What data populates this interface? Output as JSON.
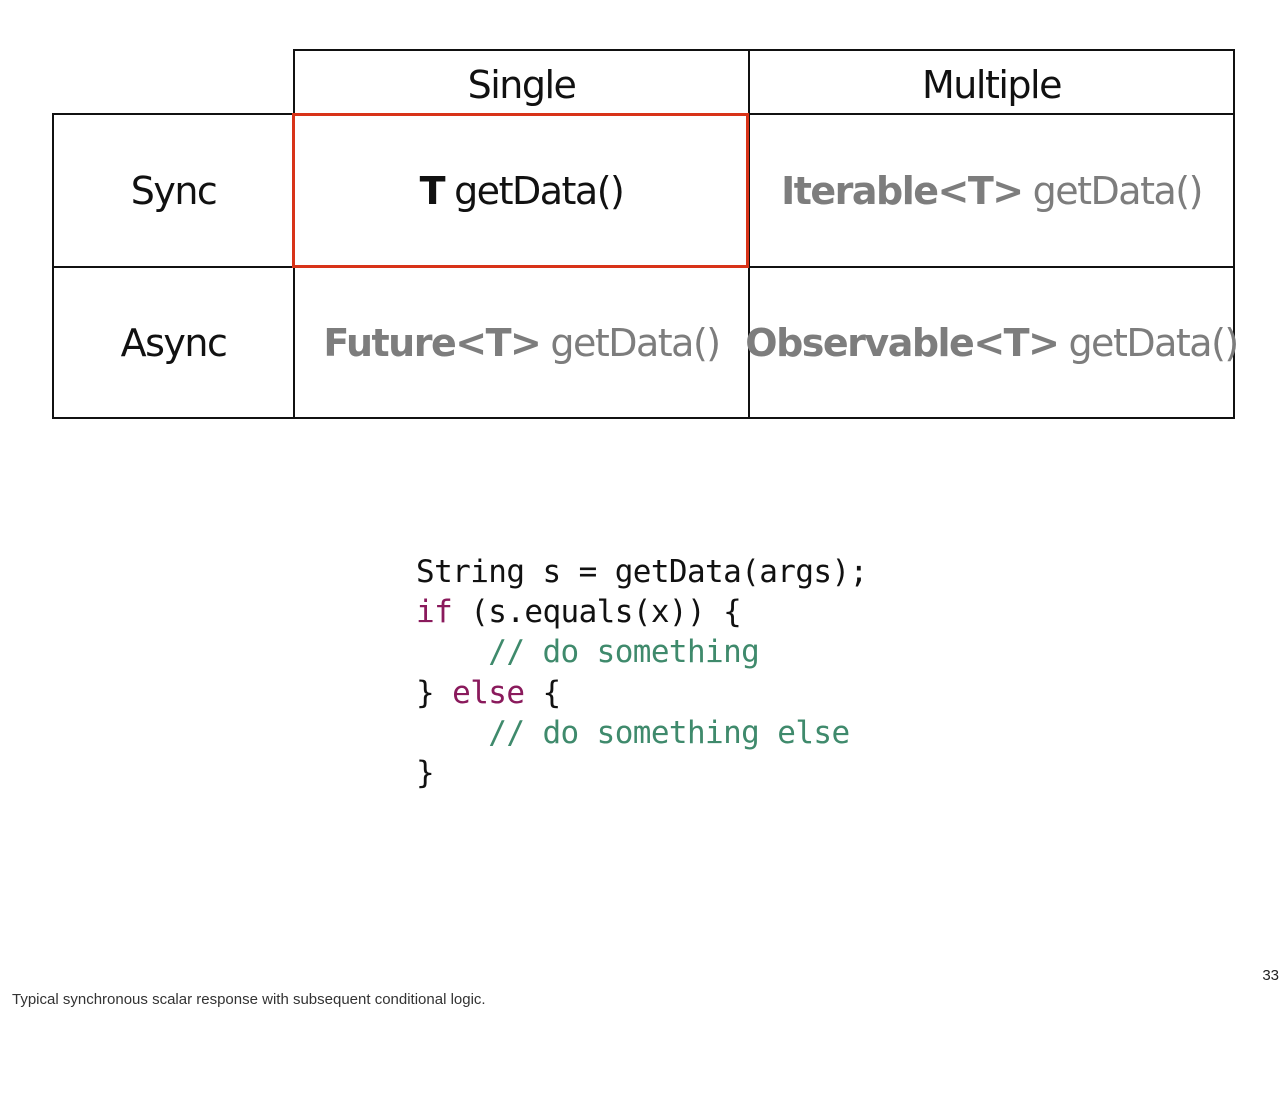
{
  "table": {
    "col_headers": [
      "Single",
      "Multiple"
    ],
    "rows": [
      {
        "label": "Sync",
        "cells": [
          {
            "type": "T",
            "method": "getData()",
            "highlighted": true
          },
          {
            "type": "Iterable<T>",
            "method": "getData()",
            "highlighted": false
          }
        ]
      },
      {
        "label": "Async",
        "cells": [
          {
            "type": "Future<T>",
            "method": "getData()",
            "highlighted": false
          },
          {
            "type": "Observable<T>",
            "method": "getData()",
            "highlighted": false
          }
        ]
      }
    ],
    "highlight_color": "#d83318",
    "muted_color": "#7d7d7d"
  },
  "code": {
    "lines": [
      [
        {
          "text": "String s = getData(args);",
          "kind": "plain"
        }
      ],
      [
        {
          "text": "if",
          "kind": "keyword"
        },
        {
          "text": " (s.equals(x)) {",
          "kind": "plain"
        }
      ],
      [
        {
          "text": "    // do something",
          "kind": "comment"
        }
      ],
      [
        {
          "text": "} ",
          "kind": "plain"
        },
        {
          "text": "else",
          "kind": "keyword"
        },
        {
          "text": " {",
          "kind": "plain"
        }
      ],
      [
        {
          "text": "    // do something else",
          "kind": "comment"
        }
      ],
      [
        {
          "text": "}",
          "kind": "plain"
        }
      ]
    ],
    "keyword_color": "#8a1a5c",
    "comment_color": "#3f8a6c"
  },
  "slide": {
    "page_number": "33",
    "notes": "Typical synchronous scalar response with subsequent conditional logic."
  }
}
